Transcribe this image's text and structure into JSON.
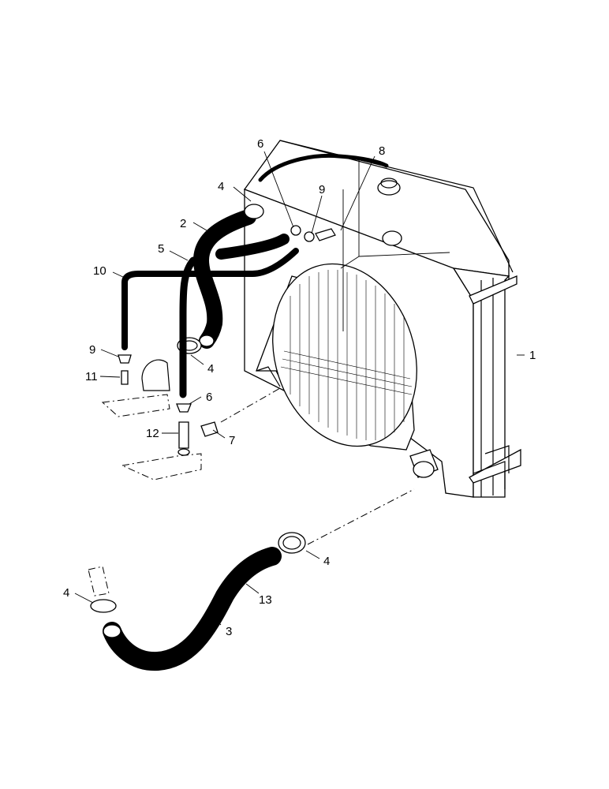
{
  "callouts": {
    "c1": "1",
    "c2": "2",
    "c3": "3",
    "c4a": "4",
    "c4b": "4",
    "c4c": "4",
    "c4d": "4",
    "c5": "5",
    "c6a": "6",
    "c6b": "6",
    "c7": "7",
    "c8": "8",
    "c9a": "9",
    "c9b": "9",
    "c10": "10",
    "c11": "11",
    "c12": "12",
    "c13": "13"
  }
}
